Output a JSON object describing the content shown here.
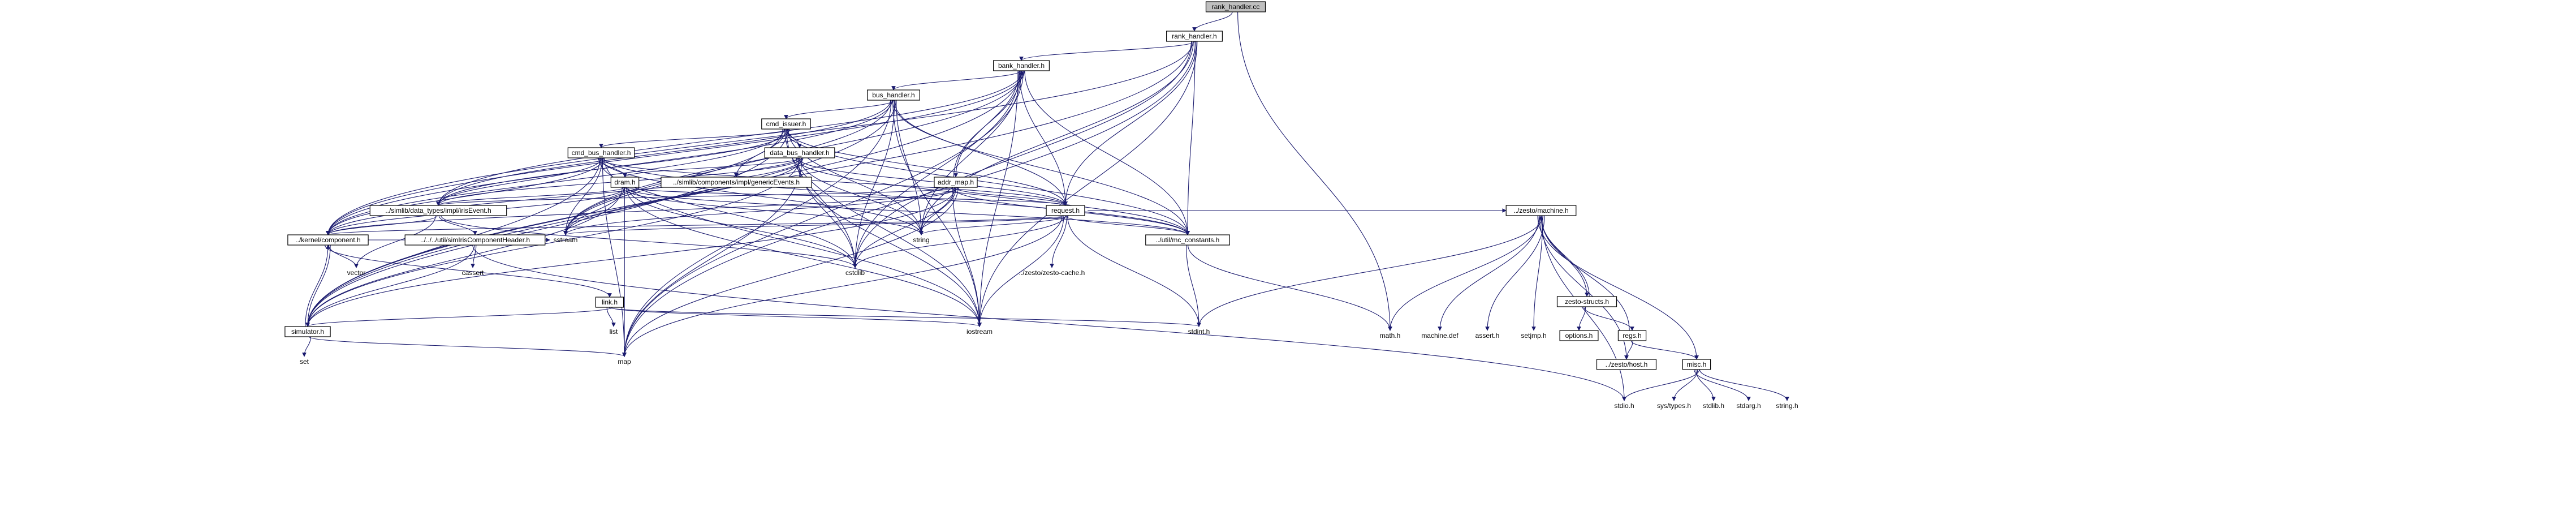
{
  "graph": {
    "title": "include dependency graph",
    "root": "rank_handler.cc",
    "nodes": [
      {
        "id": "rank_handler_cc",
        "label": "rank_handler.cc",
        "boxed": true,
        "root": true
      },
      {
        "id": "rank_handler_h",
        "label": "rank_handler.h",
        "boxed": true
      },
      {
        "id": "math_h",
        "label": "math.h",
        "boxed": false
      },
      {
        "id": "bank_handler_h",
        "label": "bank_handler.h",
        "boxed": true
      },
      {
        "id": "bus_handler_h",
        "label": "bus_handler.h",
        "boxed": true
      },
      {
        "id": "cmd_issuer_h",
        "label": "cmd_issuer.h",
        "boxed": true
      },
      {
        "id": "cmd_bus_handler_h",
        "label": "cmd_bus_handler.h",
        "boxed": true
      },
      {
        "id": "data_bus_handler_h",
        "label": "data_bus_handler.h",
        "boxed": true
      },
      {
        "id": "generic_events_h",
        "label": "../simlib/components/impl/genericEvents.h",
        "boxed": true
      },
      {
        "id": "addr_map_h",
        "label": "addr_map.h",
        "boxed": true
      },
      {
        "id": "dram_h",
        "label": "dram.h",
        "boxed": true
      },
      {
        "id": "iris_event_h",
        "label": "../simlib/data_types/impl/irisEvent.h",
        "boxed": true
      },
      {
        "id": "request_h",
        "label": "request.h",
        "boxed": true
      },
      {
        "id": "kernel_component_h",
        "label": "../kernel/component.h",
        "boxed": true
      },
      {
        "id": "sim_component_header_h",
        "label": "../../../util/simIrisComponentHeader.h",
        "boxed": true
      },
      {
        "id": "util_constants_h",
        "label": "../util/mc_constants.h",
        "boxed": true
      },
      {
        "id": "zesto_machine_h",
        "label": "../zesto/machine.h",
        "boxed": true
      },
      {
        "id": "zesto_cache_h",
        "label": "../zesto/zesto-cache.h",
        "boxed": false
      },
      {
        "id": "sstream",
        "label": "sstream",
        "boxed": false
      },
      {
        "id": "string",
        "label": "string",
        "boxed": false
      },
      {
        "id": "vector",
        "label": "vector",
        "boxed": false
      },
      {
        "id": "cassert",
        "label": "cassert",
        "boxed": false
      },
      {
        "id": "cstdlib",
        "label": "cstdlib",
        "boxed": false
      },
      {
        "id": "link_h",
        "label": "link.h",
        "boxed": true
      },
      {
        "id": "list",
        "label": "list",
        "boxed": false
      },
      {
        "id": "simulator_h",
        "label": "simulator.h",
        "boxed": true
      },
      {
        "id": "set",
        "label": "set",
        "boxed": false
      },
      {
        "id": "iostream",
        "label": "iostream",
        "boxed": false
      },
      {
        "id": "map",
        "label": "map",
        "boxed": false
      },
      {
        "id": "stdint_h",
        "label": "stdint.h",
        "boxed": false
      },
      {
        "id": "machine_def",
        "label": "machine.def",
        "boxed": false
      },
      {
        "id": "assert_h",
        "label": "assert.h",
        "boxed": false
      },
      {
        "id": "setjmp_h",
        "label": "setjmp.h",
        "boxed": false
      },
      {
        "id": "zesto_structs_h",
        "label": "zesto-structs.h",
        "boxed": true
      },
      {
        "id": "options_h",
        "label": "options.h",
        "boxed": true
      },
      {
        "id": "regs_h",
        "label": "regs.h",
        "boxed": true
      },
      {
        "id": "host_h",
        "label": "../zesto/host.h",
        "boxed": true
      },
      {
        "id": "misc_h",
        "label": "misc.h",
        "boxed": true
      },
      {
        "id": "stdio_h",
        "label": "stdio.h",
        "boxed": false
      },
      {
        "id": "sys_types_h",
        "label": "sys/types.h",
        "boxed": false
      },
      {
        "id": "stdlib_h",
        "label": "stdlib.h",
        "boxed": false
      },
      {
        "id": "stdarg_h",
        "label": "stdarg.h",
        "boxed": false
      },
      {
        "id": "string_h",
        "label": "string.h",
        "boxed": false
      }
    ],
    "edges": [
      [
        "rank_handler_cc",
        "rank_handler_h"
      ],
      [
        "rank_handler_cc",
        "math_h"
      ],
      [
        "rank_handler_h",
        "bank_handler_h"
      ],
      [
        "rank_handler_h",
        "kernel_component_h"
      ],
      [
        "rank_handler_h",
        "simulator_h"
      ],
      [
        "rank_handler_h",
        "request_h"
      ],
      [
        "rank_handler_h",
        "util_constants_h"
      ],
      [
        "rank_handler_h",
        "string"
      ],
      [
        "rank_handler_h",
        "cstdlib"
      ],
      [
        "rank_handler_h",
        "iostream"
      ],
      [
        "rank_handler_h",
        "map"
      ],
      [
        "bank_handler_h",
        "bus_handler_h"
      ],
      [
        "bank_handler_h",
        "addr_map_h"
      ],
      [
        "bank_handler_h",
        "kernel_component_h"
      ],
      [
        "bank_handler_h",
        "iris_event_h"
      ],
      [
        "bank_handler_h",
        "simulator_h"
      ],
      [
        "bank_handler_h",
        "request_h"
      ],
      [
        "bank_handler_h",
        "util_constants_h"
      ],
      [
        "bank_handler_h",
        "sstream"
      ],
      [
        "bank_handler_h",
        "string"
      ],
      [
        "bank_handler_h",
        "cstdlib"
      ],
      [
        "bank_handler_h",
        "iostream"
      ],
      [
        "bank_handler_h",
        "map"
      ],
      [
        "bus_handler_h",
        "cmd_issuer_h"
      ],
      [
        "bus_handler_h",
        "kernel_component_h"
      ],
      [
        "bus_handler_h",
        "iris_event_h"
      ],
      [
        "bus_handler_h",
        "simulator_h"
      ],
      [
        "bus_handler_h",
        "request_h"
      ],
      [
        "bus_handler_h",
        "util_constants_h"
      ],
      [
        "bus_handler_h",
        "sstream"
      ],
      [
        "bus_handler_h",
        "string"
      ],
      [
        "bus_handler_h",
        "cstdlib"
      ],
      [
        "bus_handler_h",
        "iostream"
      ],
      [
        "bus_handler_h",
        "map"
      ],
      [
        "cmd_issuer_h",
        "cmd_bus_handler_h"
      ],
      [
        "cmd_issuer_h",
        "data_bus_handler_h"
      ],
      [
        "cmd_issuer_h",
        "generic_events_h"
      ],
      [
        "cmd_issuer_h",
        "kernel_component_h"
      ],
      [
        "cmd_issuer_h",
        "iris_event_h"
      ],
      [
        "cmd_issuer_h",
        "simulator_h"
      ],
      [
        "cmd_issuer_h",
        "request_h"
      ],
      [
        "cmd_issuer_h",
        "util_constants_h"
      ],
      [
        "cmd_issuer_h",
        "sstream"
      ],
      [
        "cmd_issuer_h",
        "string"
      ],
      [
        "cmd_issuer_h",
        "cstdlib"
      ],
      [
        "cmd_issuer_h",
        "iostream"
      ],
      [
        "cmd_bus_handler_h",
        "dram_h"
      ],
      [
        "cmd_bus_handler_h",
        "kernel_component_h"
      ],
      [
        "cmd_bus_handler_h",
        "iris_event_h"
      ],
      [
        "cmd_bus_handler_h",
        "simulator_h"
      ],
      [
        "cmd_bus_handler_h",
        "request_h"
      ],
      [
        "cmd_bus_handler_h",
        "util_constants_h"
      ],
      [
        "cmd_bus_handler_h",
        "sstream"
      ],
      [
        "cmd_bus_handler_h",
        "string"
      ],
      [
        "cmd_bus_handler_h",
        "cstdlib"
      ],
      [
        "cmd_bus_handler_h",
        "iostream"
      ],
      [
        "cmd_bus_handler_h",
        "map"
      ],
      [
        "data_bus_handler_h",
        "dram_h"
      ],
      [
        "data_bus_handler_h",
        "generic_events_h"
      ],
      [
        "data_bus_handler_h",
        "kernel_component_h"
      ],
      [
        "data_bus_handler_h",
        "iris_event_h"
      ],
      [
        "data_bus_handler_h",
        "simulator_h"
      ],
      [
        "data_bus_handler_h",
        "request_h"
      ],
      [
        "data_bus_handler_h",
        "util_constants_h"
      ],
      [
        "data_bus_handler_h",
        "sstream"
      ],
      [
        "data_bus_handler_h",
        "string"
      ],
      [
        "data_bus_handler_h",
        "cstdlib"
      ],
      [
        "data_bus_handler_h",
        "iostream"
      ],
      [
        "data_bus_handler_h",
        "map"
      ],
      [
        "dram_h",
        "kernel_component_h"
      ],
      [
        "dram_h",
        "iris_event_h"
      ],
      [
        "dram_h",
        "simulator_h"
      ],
      [
        "dram_h",
        "request_h"
      ],
      [
        "dram_h",
        "util_constants_h"
      ],
      [
        "dram_h",
        "sstream"
      ],
      [
        "dram_h",
        "string"
      ],
      [
        "dram_h",
        "cstdlib"
      ],
      [
        "dram_h",
        "iostream"
      ],
      [
        "dram_h",
        "map"
      ],
      [
        "addr_map_h",
        "bank_handler_h"
      ],
      [
        "addr_map_h",
        "kernel_component_h"
      ],
      [
        "addr_map_h",
        "iris_event_h"
      ],
      [
        "addr_map_h",
        "simulator_h"
      ],
      [
        "addr_map_h",
        "request_h"
      ],
      [
        "addr_map_h",
        "util_constants_h"
      ],
      [
        "addr_map_h",
        "sstream"
      ],
      [
        "addr_map_h",
        "string"
      ],
      [
        "addr_map_h",
        "cstdlib"
      ],
      [
        "addr_map_h",
        "iostream"
      ],
      [
        "addr_map_h",
        "map"
      ],
      [
        "iris_event_h",
        "sim_component_header_h"
      ],
      [
        "iris_event_h",
        "kernel_component_h"
      ],
      [
        "iris_event_h",
        "vector"
      ],
      [
        "iris_event_h",
        "cstdlib"
      ],
      [
        "sim_component_header_h",
        "cassert"
      ],
      [
        "sim_component_header_h",
        "simulator_h"
      ],
      [
        "sim_component_header_h",
        "stdio_h"
      ],
      [
        "request_h",
        "zesto_machine_h"
      ],
      [
        "request_h",
        "zesto_cache_h"
      ],
      [
        "request_h",
        "util_constants_h"
      ],
      [
        "request_h",
        "kernel_component_h"
      ],
      [
        "request_h",
        "sstream"
      ],
      [
        "request_h",
        "string"
      ],
      [
        "request_h",
        "cstdlib"
      ],
      [
        "request_h",
        "iostream"
      ],
      [
        "request_h",
        "map"
      ],
      [
        "request_h",
        "stdint_h"
      ],
      [
        "util_constants_h",
        "math_h"
      ],
      [
        "util_constants_h",
        "stdint_h"
      ],
      [
        "kernel_component_h",
        "link_h"
      ],
      [
        "kernel_component_h",
        "simulator_h"
      ],
      [
        "kernel_component_h",
        "vector"
      ],
      [
        "kernel_component_h",
        "sstream"
      ],
      [
        "link_h",
        "list"
      ],
      [
        "link_h",
        "simulator_h"
      ],
      [
        "link_h",
        "iostream"
      ],
      [
        "link_h",
        "stdint_h"
      ],
      [
        "simulator_h",
        "kernel_component_h"
      ],
      [
        "simulator_h",
        "set"
      ],
      [
        "simulator_h",
        "map"
      ],
      [
        "zesto_machine_h",
        "math_h"
      ],
      [
        "zesto_machine_h",
        "machine_def"
      ],
      [
        "zesto_machine_h",
        "assert_h"
      ],
      [
        "zesto_machine_h",
        "setjmp_h"
      ],
      [
        "zesto_machine_h",
        "zesto_structs_h"
      ],
      [
        "zesto_machine_h",
        "host_h"
      ],
      [
        "zesto_machine_h",
        "misc_h"
      ],
      [
        "zesto_machine_h",
        "stdint_h"
      ],
      [
        "zesto_machine_h",
        "stdio_h"
      ],
      [
        "zesto_structs_h",
        "options_h"
      ],
      [
        "zesto_structs_h",
        "regs_h"
      ],
      [
        "zesto_structs_h",
        "zesto_machine_h"
      ],
      [
        "regs_h",
        "host_h"
      ],
      [
        "regs_h",
        "misc_h"
      ],
      [
        "regs_h",
        "zesto_machine_h"
      ],
      [
        "misc_h",
        "stdio_h"
      ],
      [
        "misc_h",
        "sys_types_h"
      ],
      [
        "misc_h",
        "stdlib_h"
      ],
      [
        "misc_h",
        "stdarg_h"
      ],
      [
        "misc_h",
        "string_h"
      ]
    ]
  }
}
